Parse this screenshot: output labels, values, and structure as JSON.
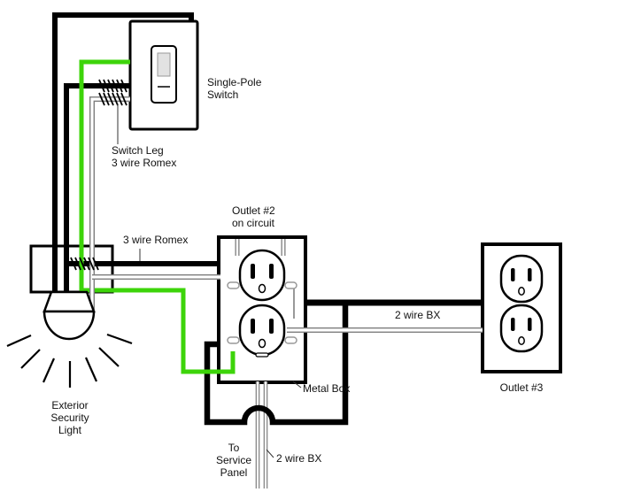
{
  "diagram": {
    "labels": {
      "switch": "Single-Pole\nSwitch",
      "switch_leg": "Switch Leg\n3 wire Romex",
      "romex3": "3 wire Romex",
      "outlet2": "Outlet #2\non circuit",
      "bx_right": "2 wire BX",
      "metal_box": "Metal Box",
      "outlet3": "Outlet #3",
      "light": "Exterior\nSecurity\nLight",
      "service_panel": "To\nService\nPanel",
      "bx_bottom": "2 wire BX"
    },
    "colors": {
      "wire_black": "#000000",
      "wire_green": "#3dd40a",
      "wire_white": "#ffffff",
      "wire_outline": "#7d7d7d",
      "label_text": "#111111"
    }
  }
}
